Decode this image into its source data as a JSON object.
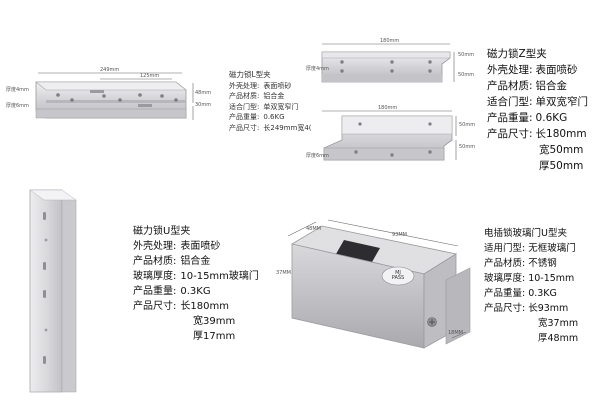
{
  "bracket_l": {
    "title": "磁力锁L型夹",
    "specs": [
      [
        "外壳处理:",
        "表面喷砂"
      ],
      [
        "产品材质:",
        "铝合金"
      ],
      [
        "适合门型:",
        "单双宽窄门"
      ],
      [
        "产品重量:",
        "0.6KG"
      ],
      [
        "产品尺寸:",
        "长249mm宽4("
      ]
    ],
    "dims": {
      "length": "249mm",
      "inner": "125mm",
      "height": "48mm",
      "thick": "30mm",
      "side_a": "厚度4mm",
      "side_b": "厚度6mm"
    }
  },
  "bracket_z": {
    "title": "磁力锁Z型夹",
    "specs": [
      [
        "外壳处理:",
        "表面喷砂"
      ],
      [
        "产品材质:",
        "铝合金"
      ],
      [
        "适合门型:",
        "单双宽窄门"
      ],
      [
        "产品重量:",
        "0.6KG"
      ],
      [
        "产品尺寸:",
        "长180mm"
      ]
    ],
    "extra": [
      "宽50mm",
      "厚50mm"
    ],
    "dims": {
      "top_len": "180mm",
      "top_r": "50mm",
      "top_side": "厚度4mm",
      "top_h": "50mm",
      "bot_len": "180mm",
      "bot_r1": "50mm",
      "bot_r2": "50mm",
      "bot_side": "厚度6mm"
    }
  },
  "bracket_u": {
    "title": "磁力锁U型夹",
    "specs": [
      [
        "外壳处理:",
        "表面喷砂"
      ],
      [
        "产品材质:",
        "铝合金"
      ],
      [
        "玻璃厚度:",
        "10-15mm玻璃门"
      ],
      [
        "产品重量:",
        "0.3KG"
      ],
      [
        "产品尺寸:",
        "长180mm"
      ]
    ],
    "extra": [
      "宽39mm",
      "厚17mm"
    ]
  },
  "lock_u": {
    "title": "电插锁玻璃门U型夹",
    "specs": [
      [
        "适用门型:",
        "无框玻璃门"
      ],
      [
        "产品材质:",
        "不锈钢"
      ],
      [
        "玻璃厚度:",
        "10-15mm"
      ],
      [
        "产品重量:",
        "0.3KG"
      ],
      [
        "产品尺寸:",
        "长93mm"
      ]
    ],
    "extra": [
      "宽37mm",
      "厚48mm"
    ],
    "dims": {
      "depth": "48MM",
      "length": "93MM",
      "height": "37MM",
      "gap": "18MM"
    },
    "badge": "MJ PASS"
  },
  "colors": {
    "metal_light": "#e4e4e6",
    "metal_mid": "#c9c9cd",
    "metal_dark": "#9a9aa0",
    "text": "#111111"
  }
}
